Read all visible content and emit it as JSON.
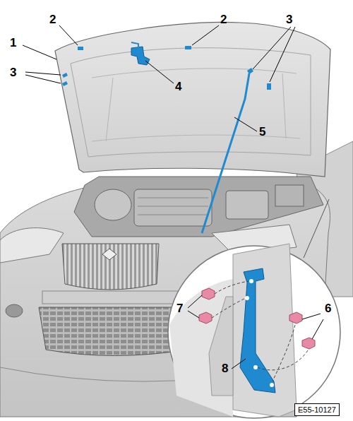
{
  "diagram": {
    "nodes": [
      {
        "text": [
          "E55-10127"
        ]
      }
    ],
    "labels": [
      "2",
      "2",
      "3",
      "1",
      "3",
      "4",
      "5",
      "7",
      "6",
      "8"
    ]
  }
}
